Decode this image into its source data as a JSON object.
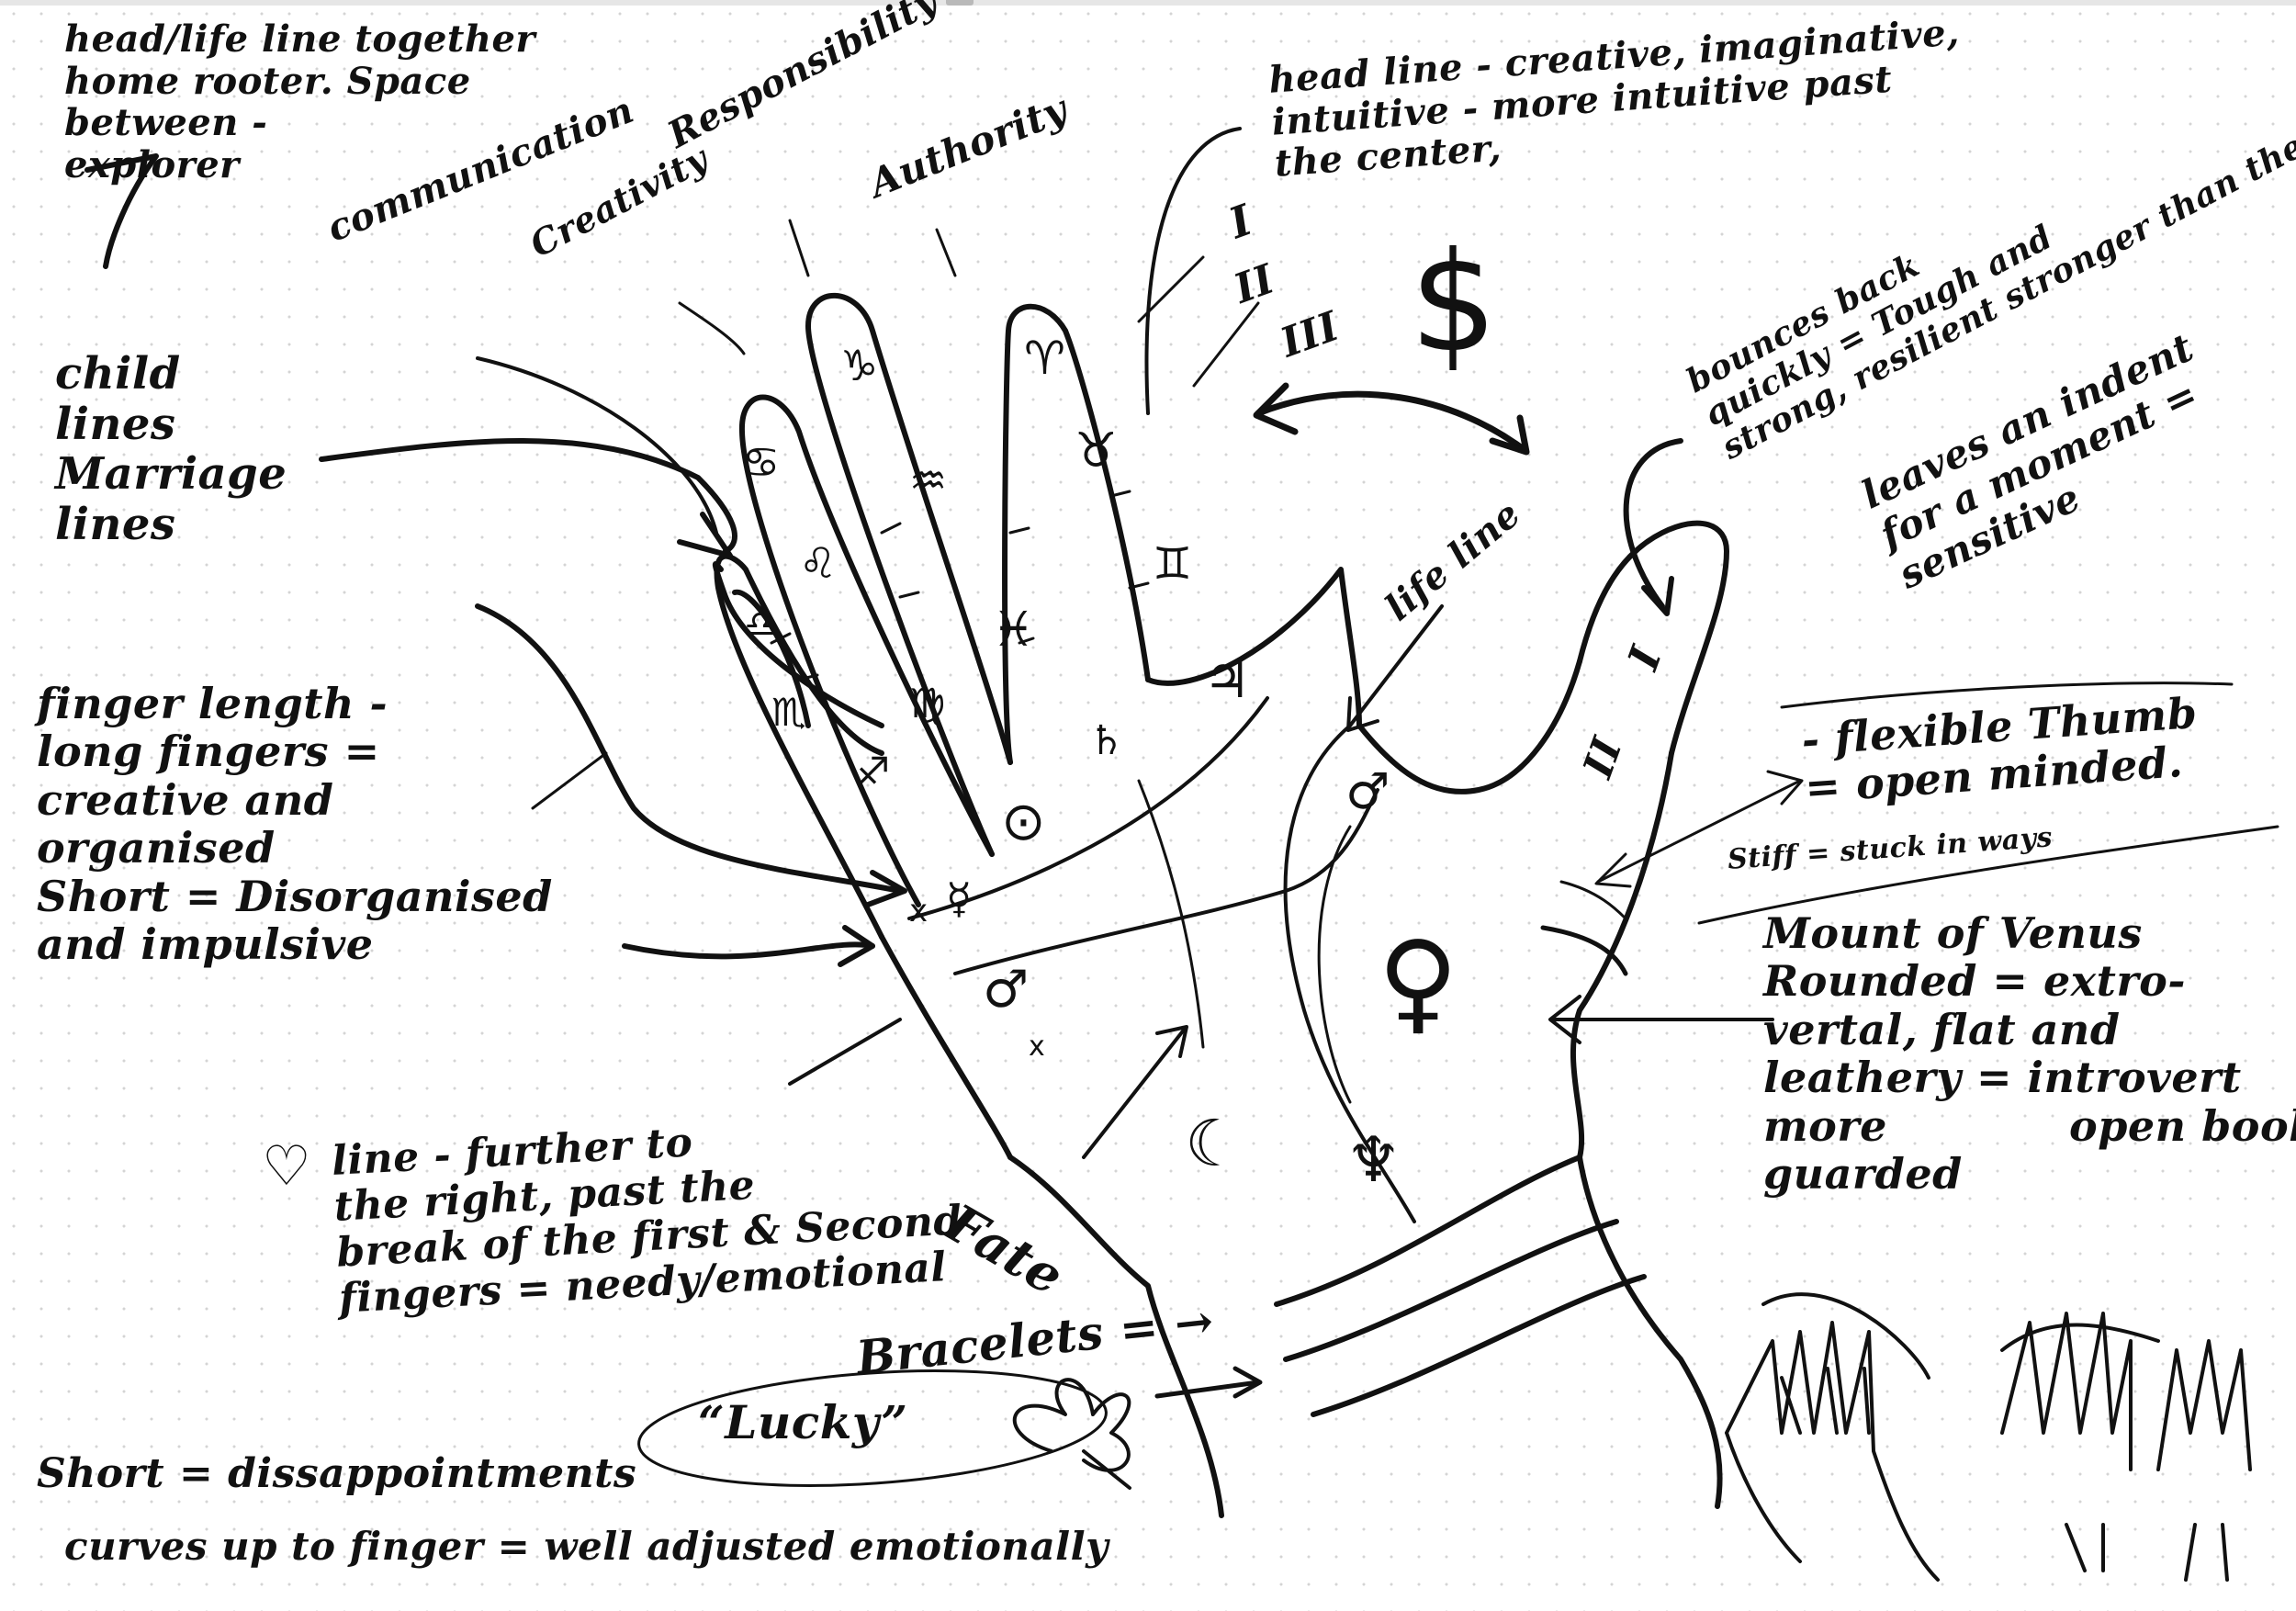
{
  "canvas": {
    "background": "#ffffff",
    "ink": "#111111",
    "dot_grid": "#d4d4d4"
  },
  "notes": {
    "head_life_together": "head/life line together\nhome rooter. Space\nbetween -\nexplorer",
    "communication": "communication",
    "creativity": "Creativity",
    "responsibility": "Responsibility",
    "authority": "Authority",
    "head_line": "head line - creative, imaginative,\nintuitive - more intuitive past\nthe center,",
    "child_lines": "child\nlines\nMarriage\nlines",
    "finger_length": "finger length -\nlong fingers =\ncreative and\norganised\nShort = Disorganised\nand impulsive",
    "bounces_back": "bounces back\nquickly = Tough and\nstrong, resilient stronger than they seem",
    "leaves_indent": "leaves an indent\nfor a moment =\nsensitive",
    "life_line": "life line",
    "flexible_thumb": "- flexible Thumb\n= open minded.",
    "stiff_thumb": "Stiff = stuck in ways",
    "mount_of_venus": "Mount of Venus\nRounded = extro-\nvertal, flat and\nleathery = introvert\nmore            open book\nguarded",
    "heart_line": "line - further to\nthe right, past the\nbreak of the first & Second\nfingers = needy/emotional",
    "fate": "Fate",
    "bracelets": "Bracelets = →",
    "lucky": "“Lucky”",
    "short_disappointments": "Short = dissappointments",
    "curves_up": "curves up to finger = well adjusted emotionally"
  },
  "roman": {
    "one": "I",
    "two": "II",
    "three": "III"
  },
  "symbols": {
    "dollar": "$",
    "jupiter": "♃",
    "saturn": "♄",
    "sun": "⊙",
    "mercury": "☿",
    "venus": "♀",
    "mars": "♂",
    "moon": "☾",
    "aries": "♈",
    "taurus": "♉",
    "gemini": "♊",
    "cancer": "♋",
    "leo": "♌",
    "virgo": "♍",
    "libra": "♎",
    "scorpio": "♏",
    "sagittarius": "♐",
    "capricorn": "♑",
    "aquarius": "♒",
    "pisces": "♓",
    "x": "x",
    "heart": "♡",
    "neptune": "♆"
  }
}
